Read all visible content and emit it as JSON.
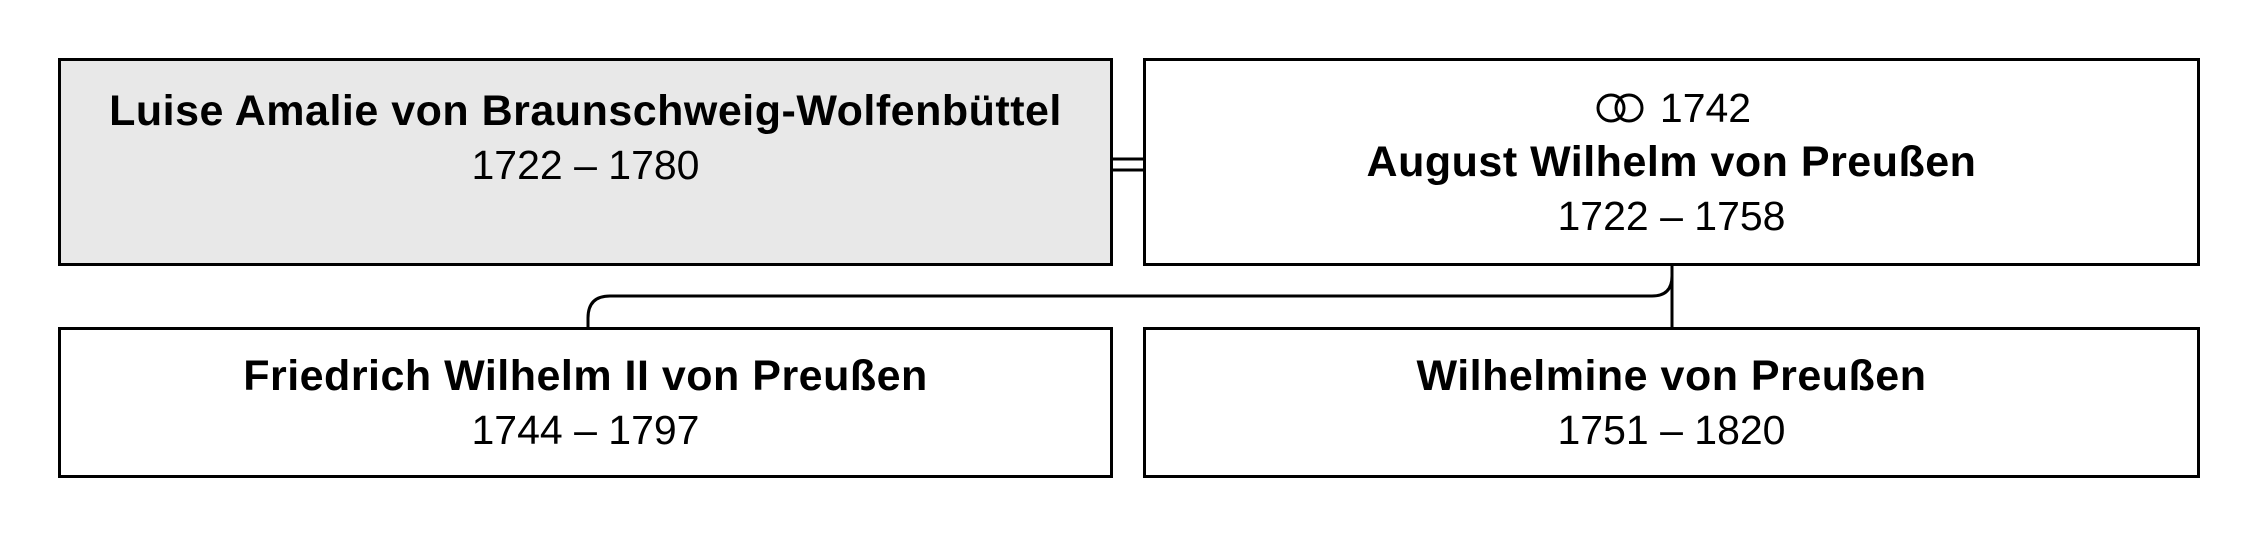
{
  "people": {
    "spouse": {
      "name": "Luise Amalie von Braunschweig-Wolfenbüttel",
      "dates": "1722 – 1780"
    },
    "subject": {
      "marriage_year": "1742",
      "name": "August Wilhelm von Preußen",
      "dates": "1722 – 1758"
    },
    "child1": {
      "name": "Friedrich Wilhelm II von Preußen",
      "dates": "1744 – 1797"
    },
    "child2": {
      "name": "Wilhelmine von Preußen",
      "dates": "1751 – 1820"
    }
  },
  "icons": {
    "marriage": "wedding-rings-icon"
  },
  "colors": {
    "spouse_box_fill": "#e8e8e8",
    "box_fill": "#ffffff",
    "line": "#000000"
  }
}
